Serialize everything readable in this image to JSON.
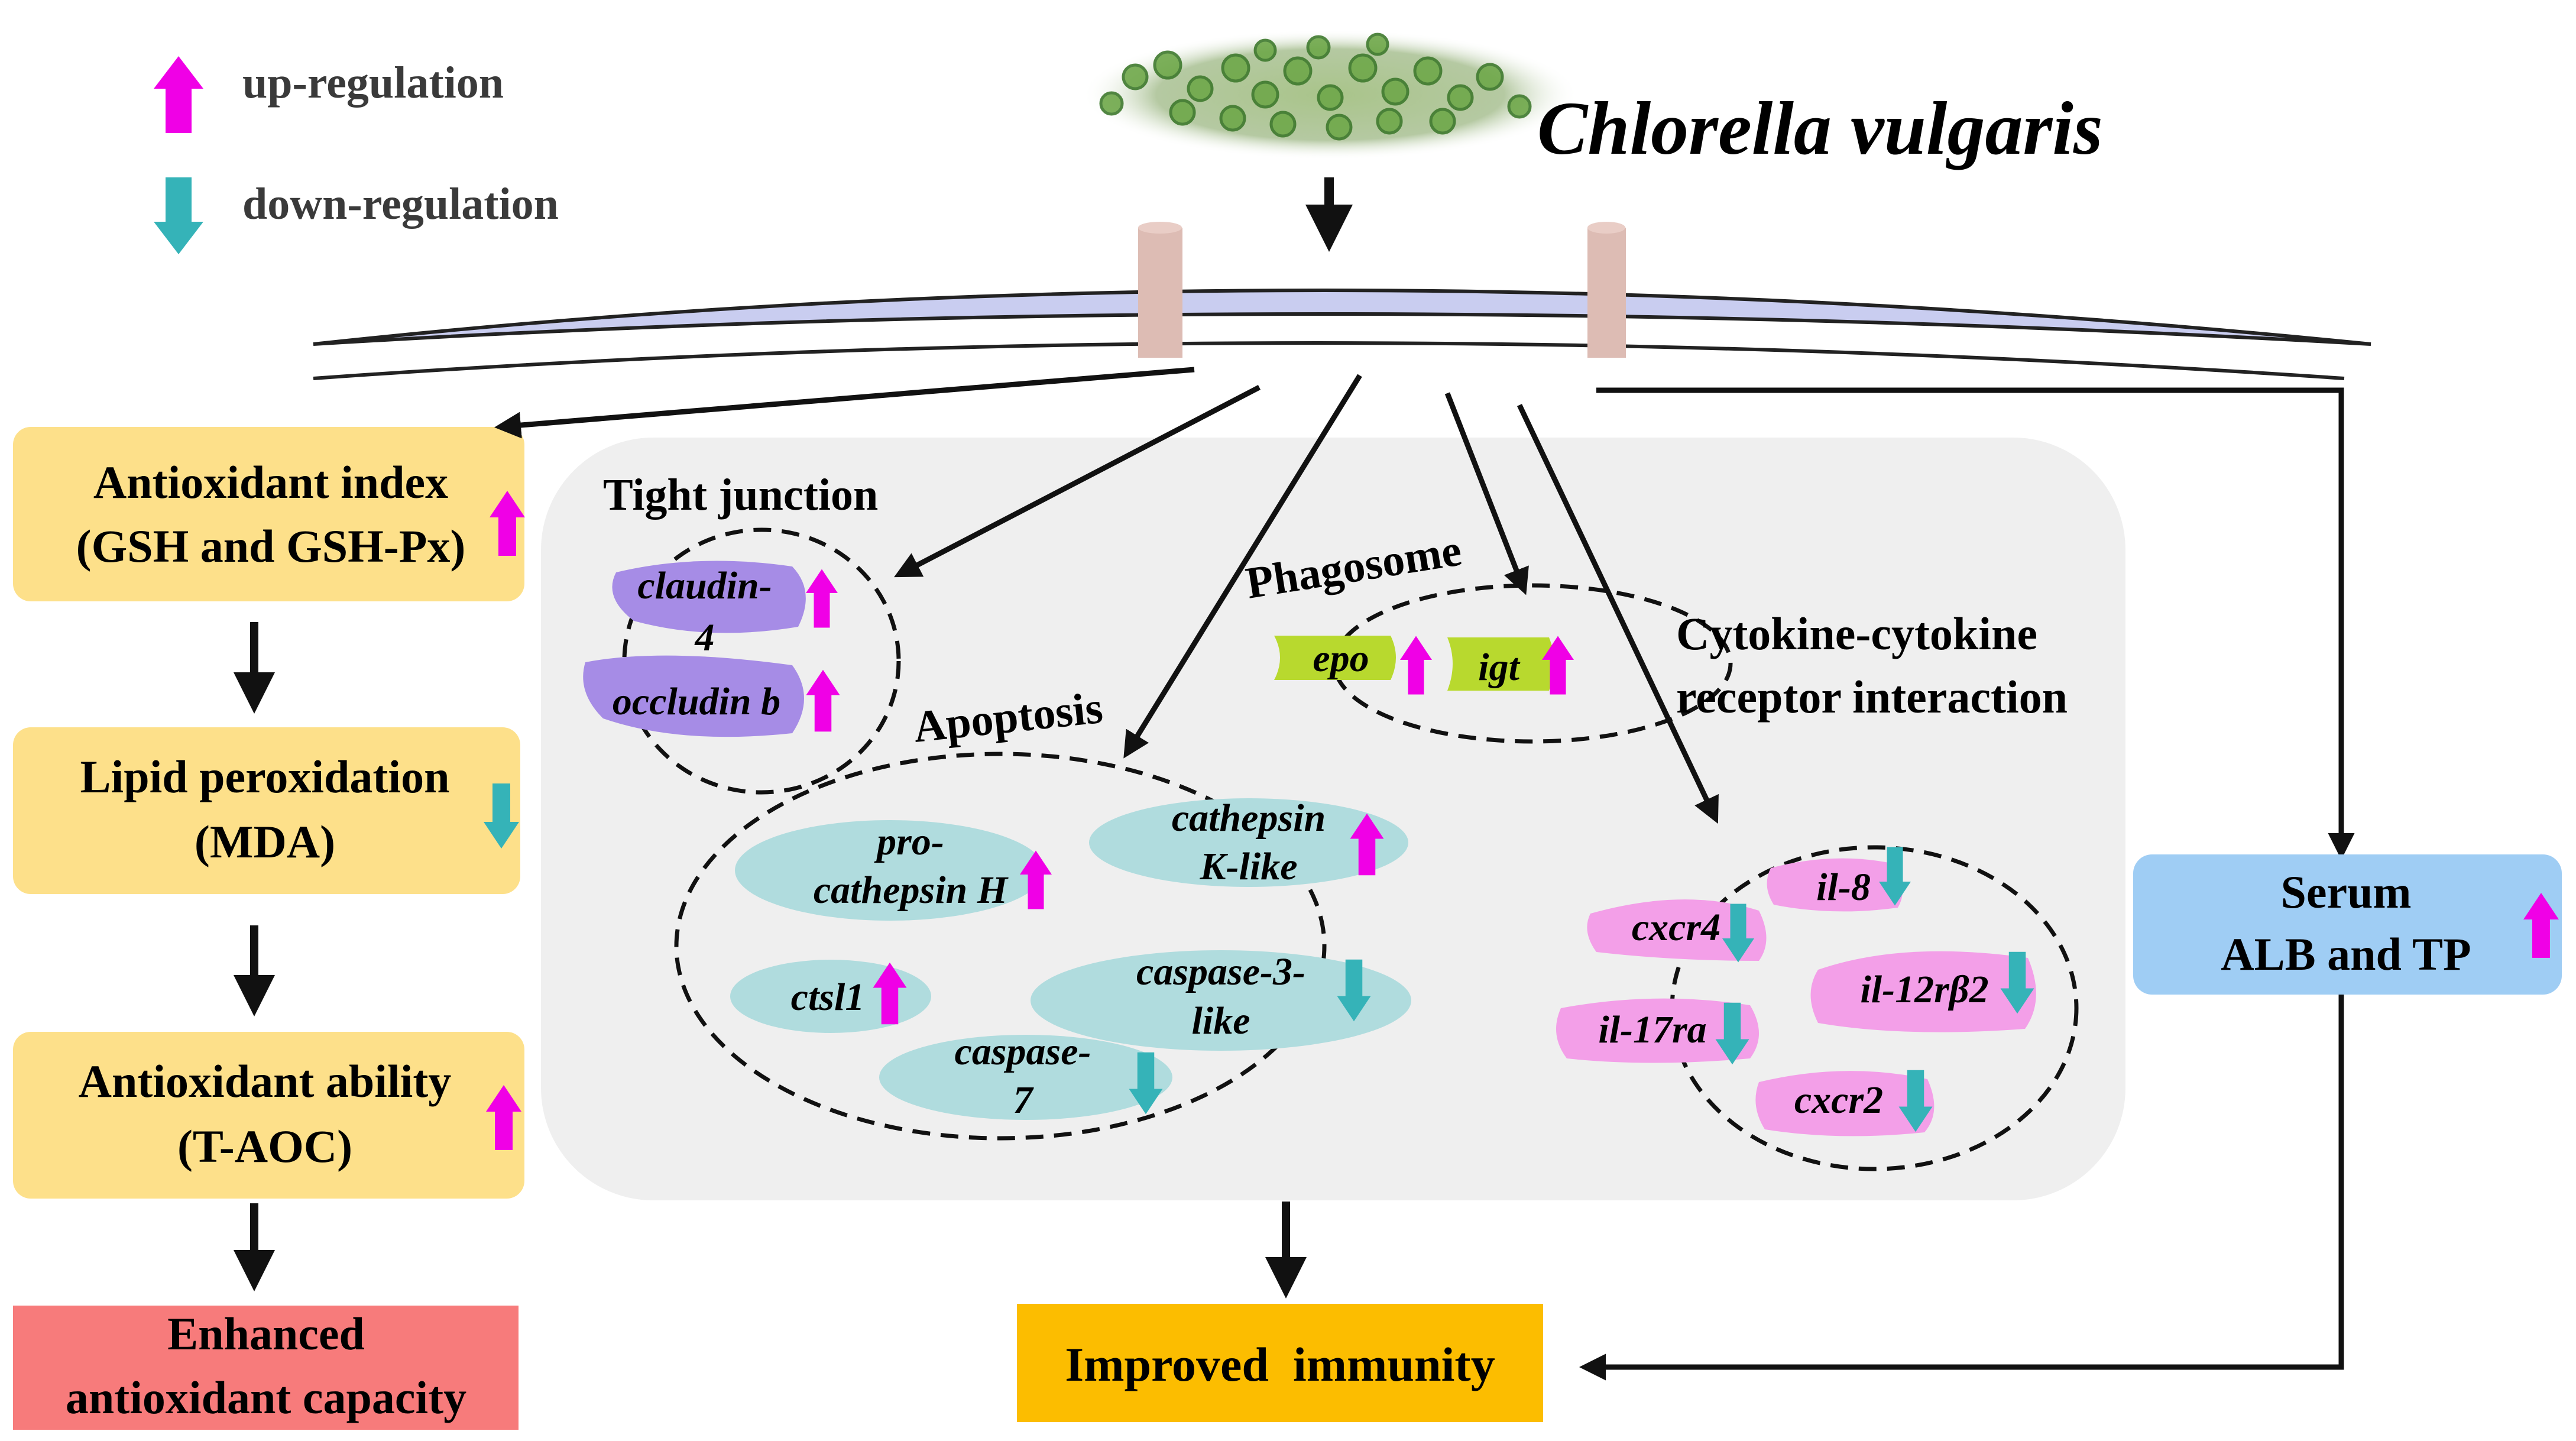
{
  "legend": {
    "up_label": "up-regulation",
    "down_label": "down-regulation",
    "up_color": "#f000e6",
    "down_color": "#35b3b8"
  },
  "organism": {
    "name": "Chlorella vulgaris"
  },
  "left_column": {
    "antioxidant_index": {
      "line1": "Antioxidant index",
      "line2": "(GSH and GSH-Px)",
      "regulation": "up"
    },
    "lipid_peroxidation": {
      "line1": "Lipid peroxidation",
      "line2": "(MDA)",
      "regulation": "down"
    },
    "antioxidant_ability": {
      "line1": "Antioxidant ability",
      "line2": "(T-AOC)",
      "regulation": "up"
    },
    "outcome": {
      "line1": "Enhanced",
      "line2": "antioxidant capacity"
    }
  },
  "tight_junction": {
    "title": "Tight junction",
    "genes": [
      {
        "line1": "claudin-",
        "line2": "4",
        "regulation": "up"
      },
      {
        "line1": "occludin b",
        "regulation": "up"
      }
    ]
  },
  "phagosome": {
    "title": "Phagosome",
    "genes": [
      {
        "name": "epo",
        "regulation": "up"
      },
      {
        "name": "igt",
        "regulation": "up"
      }
    ]
  },
  "apoptosis": {
    "title": "Apoptosis",
    "genes": [
      {
        "line1": "pro-",
        "line2": "cathepsin H",
        "regulation": "up"
      },
      {
        "line1": "cathepsin",
        "line2": "K-like",
        "regulation": "up"
      },
      {
        "line1": "ctsl1",
        "regulation": "up"
      },
      {
        "line1": "caspase-3-",
        "line2": "like",
        "regulation": "down"
      },
      {
        "line1": "caspase-",
        "line2": "7",
        "regulation": "down"
      }
    ]
  },
  "cytokine": {
    "title_line1": "Cytokine-cytokine",
    "title_line2": "receptor interaction",
    "genes": [
      {
        "name": "il-8",
        "regulation": "down"
      },
      {
        "name": "cxcr4",
        "regulation": "down"
      },
      {
        "name": "il-12rβ2",
        "regulation": "down"
      },
      {
        "name": "il-17ra",
        "regulation": "down"
      },
      {
        "name": "cxcr2",
        "regulation": "down"
      }
    ]
  },
  "serum": {
    "line1": "Serum",
    "line2": "ALB and TP",
    "regulation": "up"
  },
  "immunity": {
    "label": "Improved  immunity"
  },
  "colors": {
    "box_yellow": "#fde08a",
    "box_red": "#f77b7b",
    "box_orange": "#fcbd00",
    "box_blue": "#9fcdf4",
    "membrane": "#c9cdf0",
    "channel": "#ddbcb4",
    "panel_grey": "#efefef",
    "tight_junction_shape": "#a68ce6",
    "phagosome_shape": "#b8d92e",
    "apoptosis_shape": "#b0dcde",
    "cytokine_shape": "#f39fe8"
  }
}
